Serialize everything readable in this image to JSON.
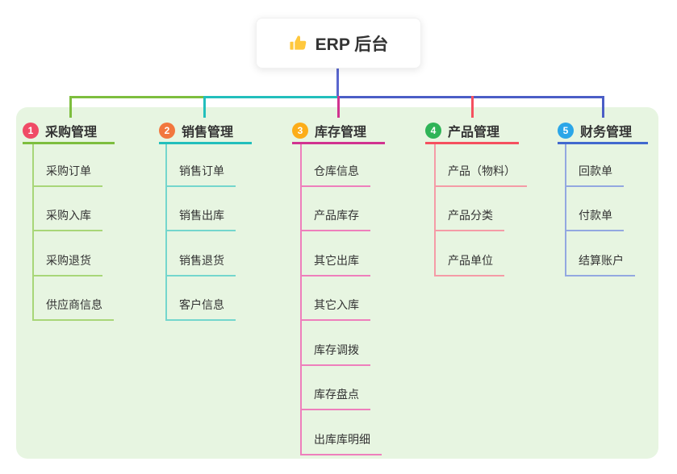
{
  "root": {
    "title": "ERP 后台",
    "icon": "thumbs-up-icon"
  },
  "branches": [
    {
      "badge": "1",
      "label": "采购管理",
      "items": [
        "采购订单",
        "采购入库",
        "采购退货",
        "供应商信息"
      ]
    },
    {
      "badge": "2",
      "label": "销售管理",
      "items": [
        "销售订单",
        "销售出库",
        "销售退货",
        "客户信息"
      ]
    },
    {
      "badge": "3",
      "label": "库存管理",
      "items": [
        "仓库信息",
        "产品库存",
        "其它出库",
        "其它入库",
        "库存调拨",
        "库存盘点",
        "出库库明细"
      ]
    },
    {
      "badge": "4",
      "label": "产品管理",
      "items": [
        "产品（物料）",
        "产品分类",
        "产品单位"
      ]
    },
    {
      "badge": "5",
      "label": "财务管理",
      "items": [
        "回款单",
        "付款单",
        "结算账户"
      ]
    }
  ],
  "colors": {
    "panel_bg": "#E7F5E1",
    "root_stem": "#5A67CE",
    "trunk_blue": "#4B5EC6",
    "branch_1": {
      "strong": "#7DBE3E",
      "light": "#A8D678",
      "badge": "#F04B66"
    },
    "branch_2": {
      "strong": "#22BFBC",
      "light": "#74D6CD",
      "badge": "#F2773E"
    },
    "branch_3": {
      "strong": "#D13390",
      "light": "#EE7FBC",
      "badge": "#FCAD19"
    },
    "branch_4": {
      "strong": "#F5505F",
      "light": "#F59BA6",
      "badge": "#2FB457"
    },
    "branch_5": {
      "strong": "#4169CE",
      "light": "#93A8E0",
      "badge": "#2BA6E8"
    }
  }
}
